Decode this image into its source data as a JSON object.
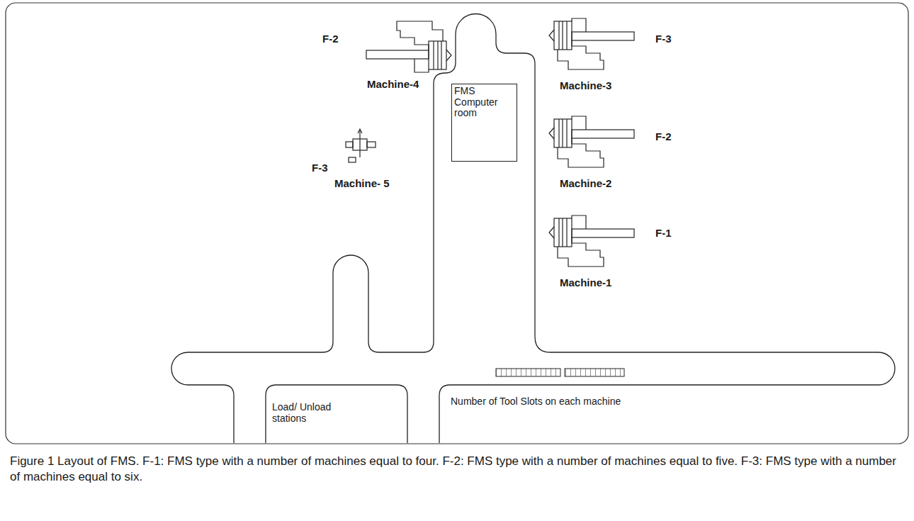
{
  "diagram": {
    "caption": "Figure 1 Layout of FMS. F-1: FMS type with a number of machines equal to four. F-2: FMS type with a number of machines equal to five. F-3: FMS type with a number of machines equal to six.",
    "nodes": [
      {
        "text": [
          "FMS Computer room"
        ]
      }
    ],
    "labels": [
      "F-2",
      "Machine-4",
      "F-3",
      "Machine-3",
      "F-3",
      "Machine- 5",
      "F-2",
      "Machine-2",
      "F-1",
      "Machine-1",
      "Load/ Unload stations",
      "Number of Tool Slots on each machine"
    ]
  }
}
